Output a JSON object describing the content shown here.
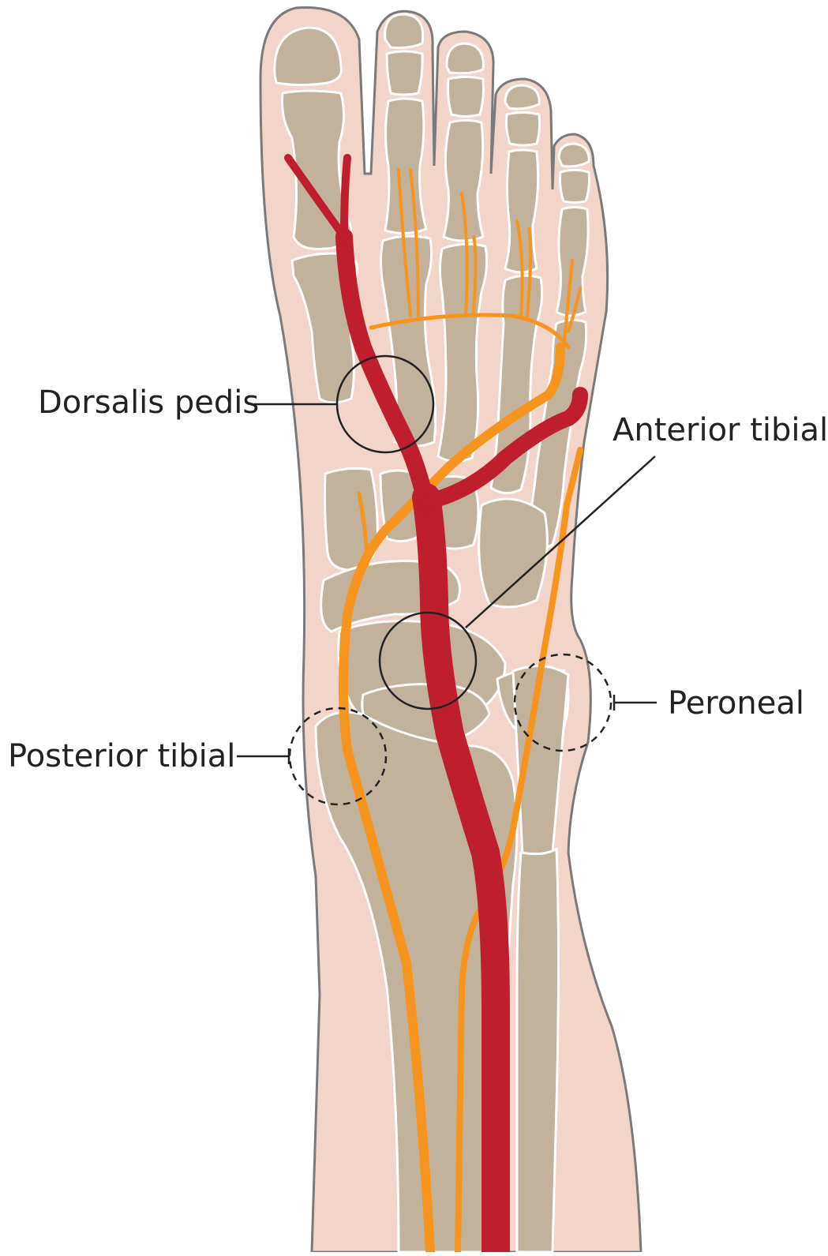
{
  "diagram": {
    "labels": {
      "dorsalis_pedis": "Dorsalis pedis",
      "anterior_tibial": "Anterior tibial",
      "peroneal": "Peroneal",
      "posterior_tibial": "Posterior tibial"
    },
    "colors": {
      "skin": "#f2d4c8",
      "skin_outline": "#7a7a7a",
      "bone": "#c2b29c",
      "bone_outline": "#ffffff",
      "artery": "#be1e2d",
      "nerve": "#f7941d",
      "callout_line": "#222222",
      "background": "#ffffff"
    }
  }
}
